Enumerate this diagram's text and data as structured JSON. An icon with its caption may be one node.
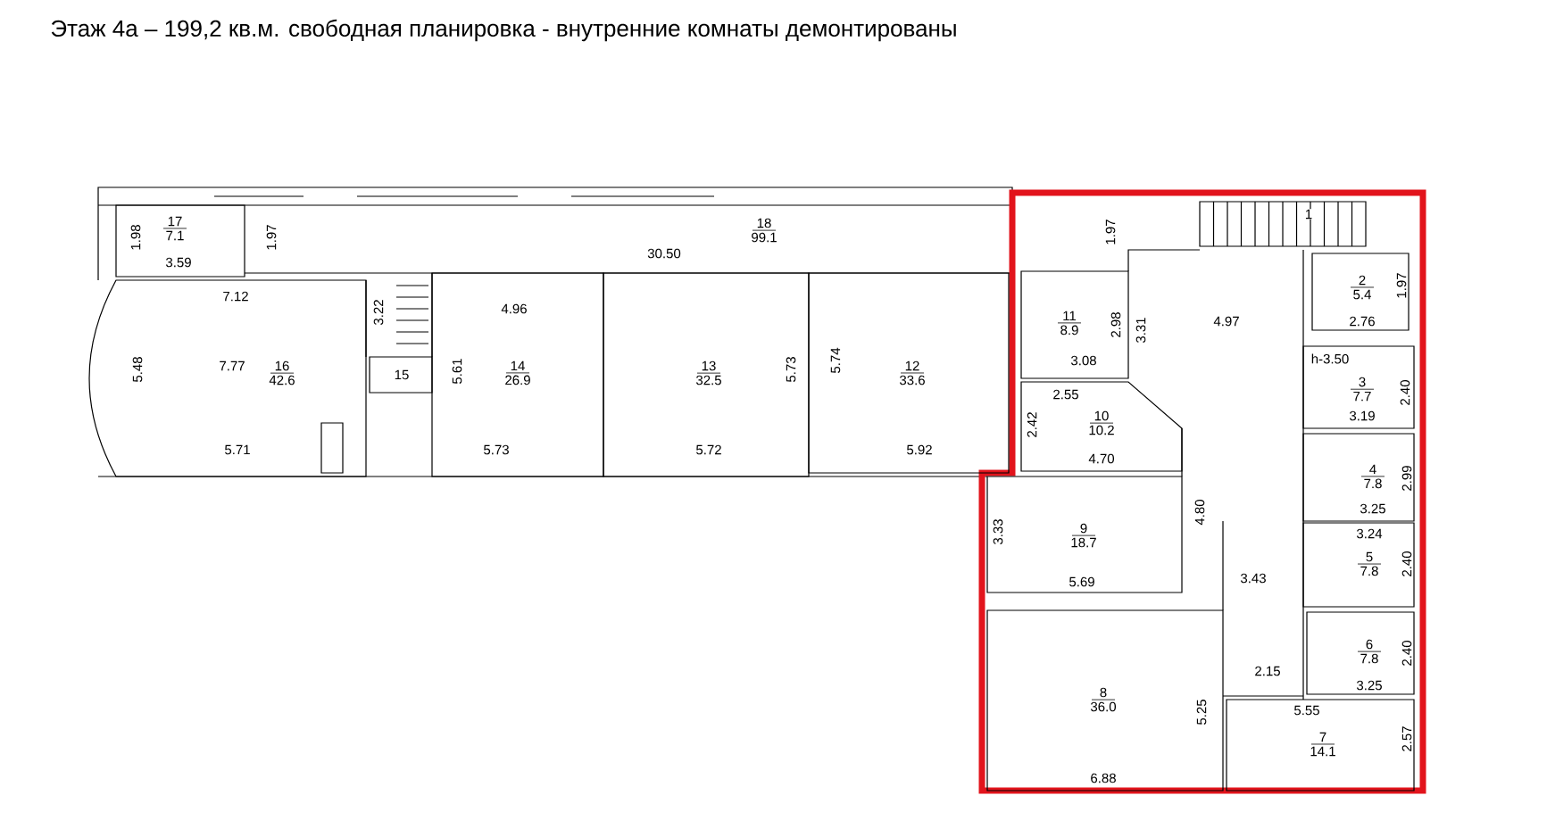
{
  "diagram": {
    "title": "Этаж 4а – 199,2 кв.м. свободная планировка - внутренние комнаты демонтированы",
    "nodes": [
      {
        "text": [
          "17",
          "7.1"
        ]
      },
      {
        "text": [
          "18",
          "99.1"
        ]
      },
      {
        "text": [
          "16",
          "42.6"
        ]
      },
      {
        "text": [
          "15"
        ]
      },
      {
        "text": [
          "14",
          "26.9"
        ]
      },
      {
        "text": [
          "13",
          "32.5"
        ]
      },
      {
        "text": [
          "12",
          "33.6"
        ]
      },
      {
        "text": [
          "11",
          "8.9"
        ]
      },
      {
        "text": [
          "2",
          "5.4"
        ]
      },
      {
        "text": [
          "3",
          "7.7"
        ]
      },
      {
        "text": [
          "10",
          "10.2"
        ]
      },
      {
        "text": [
          "4",
          "7.8"
        ]
      },
      {
        "text": [
          "9",
          "18.7"
        ]
      },
      {
        "text": [
          "5",
          "7.8"
        ]
      },
      {
        "text": [
          "6",
          "7.8"
        ]
      },
      {
        "text": [
          "8",
          "36.0"
        ]
      },
      {
        "text": [
          "7",
          "14.1"
        ]
      }
    ],
    "labels": [
      "1.98",
      "3.59",
      "1.97",
      "30.50",
      "7.12",
      "3.22",
      "4.96",
      "1",
      "1.97",
      "5.48",
      "7.77",
      "5.61",
      "5.73",
      "5.74",
      "2.98",
      "3.31",
      "4.97",
      "1.97",
      "2.76",
      "3.08",
      "h-3.50",
      "3.19",
      "2.40",
      "2.55",
      "2.42",
      "4.70",
      "5.71",
      "5.73",
      "5.72",
      "5.92",
      "2.99",
      "3.25",
      "4.80",
      "3.33",
      "3.24",
      "2.40",
      "5.69",
      "3.43",
      "2.40",
      "2.15",
      "3.25",
      "5.25",
      "5.55",
      "2.57",
      "6.88"
    ]
  }
}
